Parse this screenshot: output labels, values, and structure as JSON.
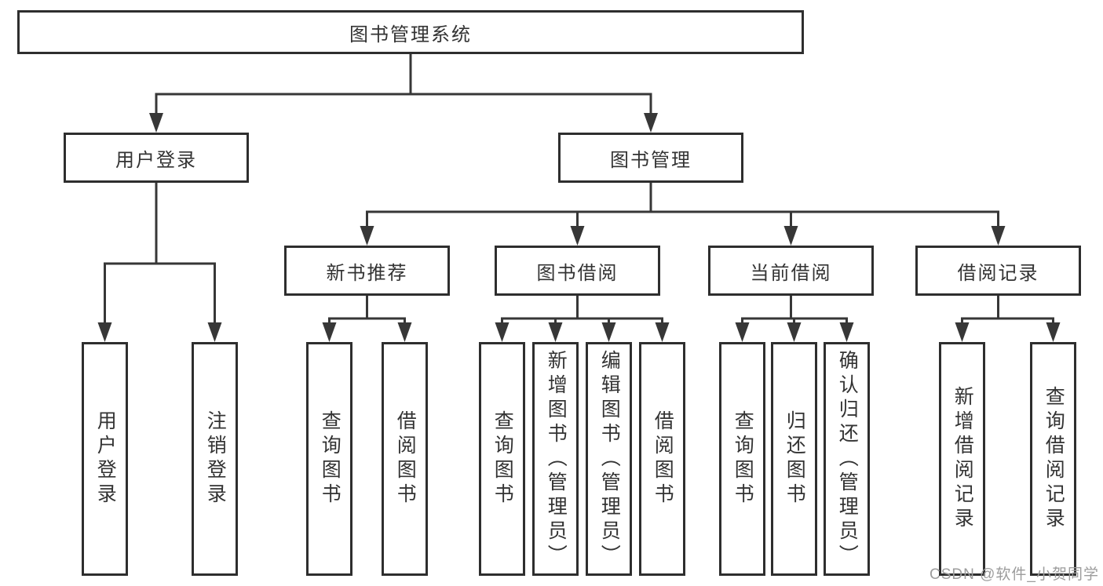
{
  "tree": {
    "root": "图书管理系统",
    "level2": [
      {
        "label": "用户登录",
        "children": [
          "用户登录",
          "注销登录"
        ]
      },
      {
        "label": "图书管理",
        "groups": [
          {
            "label": "新书推荐",
            "children": [
              "查询图书",
              "借阅图书"
            ]
          },
          {
            "label": "图书借阅",
            "children": [
              "查询图书",
              "新增图书（管理员）",
              "编辑图书（管理员）",
              "借阅图书"
            ]
          },
          {
            "label": "当前借阅",
            "children": [
              "查询图书",
              "归还图书",
              "确认归还（管理员）"
            ]
          },
          {
            "label": "借阅记录",
            "children": [
              "新增借阅记录",
              "查询借阅记录"
            ]
          }
        ]
      }
    ]
  },
  "watermark": "CSDN @软件_小贺同学",
  "colors": {
    "line": "#373737",
    "border": "#2e2e2e",
    "text": "#333333",
    "watermark": "#9c9c9c",
    "background": "#ffffff"
  }
}
